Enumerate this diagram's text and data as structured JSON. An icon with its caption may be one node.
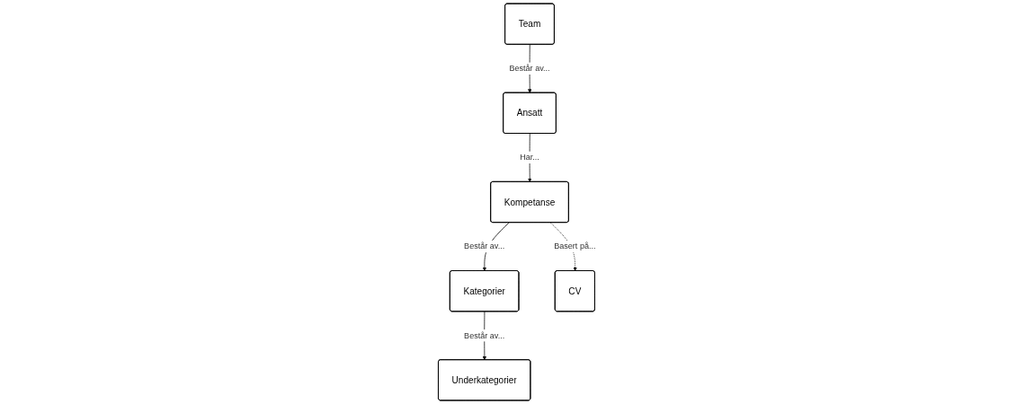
{
  "diagram": {
    "nodes": [
      {
        "text": [
          "Kategorier"
        ]
      },
      {
        "text": [
          "Kompetanse"
        ]
      },
      {
        "text": [
          "Ansatt"
        ]
      },
      {
        "text": [
          "Underkategorier"
        ]
      },
      {
        "text": [
          "CV"
        ]
      },
      {
        "text": [
          "Team"
        ]
      }
    ],
    "edges": [
      {
        "from": 1,
        "to": 0,
        "arrow": "to",
        "label": "Består av..."
      },
      {
        "from": 2,
        "to": 1,
        "arrow": "to",
        "label": "Har..."
      },
      {
        "from": 0,
        "to": 3,
        "arrow": "to",
        "label": "Består av..."
      },
      {
        "from": 1,
        "to": 4,
        "arrow": "to",
        "label": "Basert på...",
        "style": "dashed"
      },
      {
        "from": 5,
        "to": 2,
        "arrow": "to",
        "label": "Består av..."
      }
    ]
  }
}
